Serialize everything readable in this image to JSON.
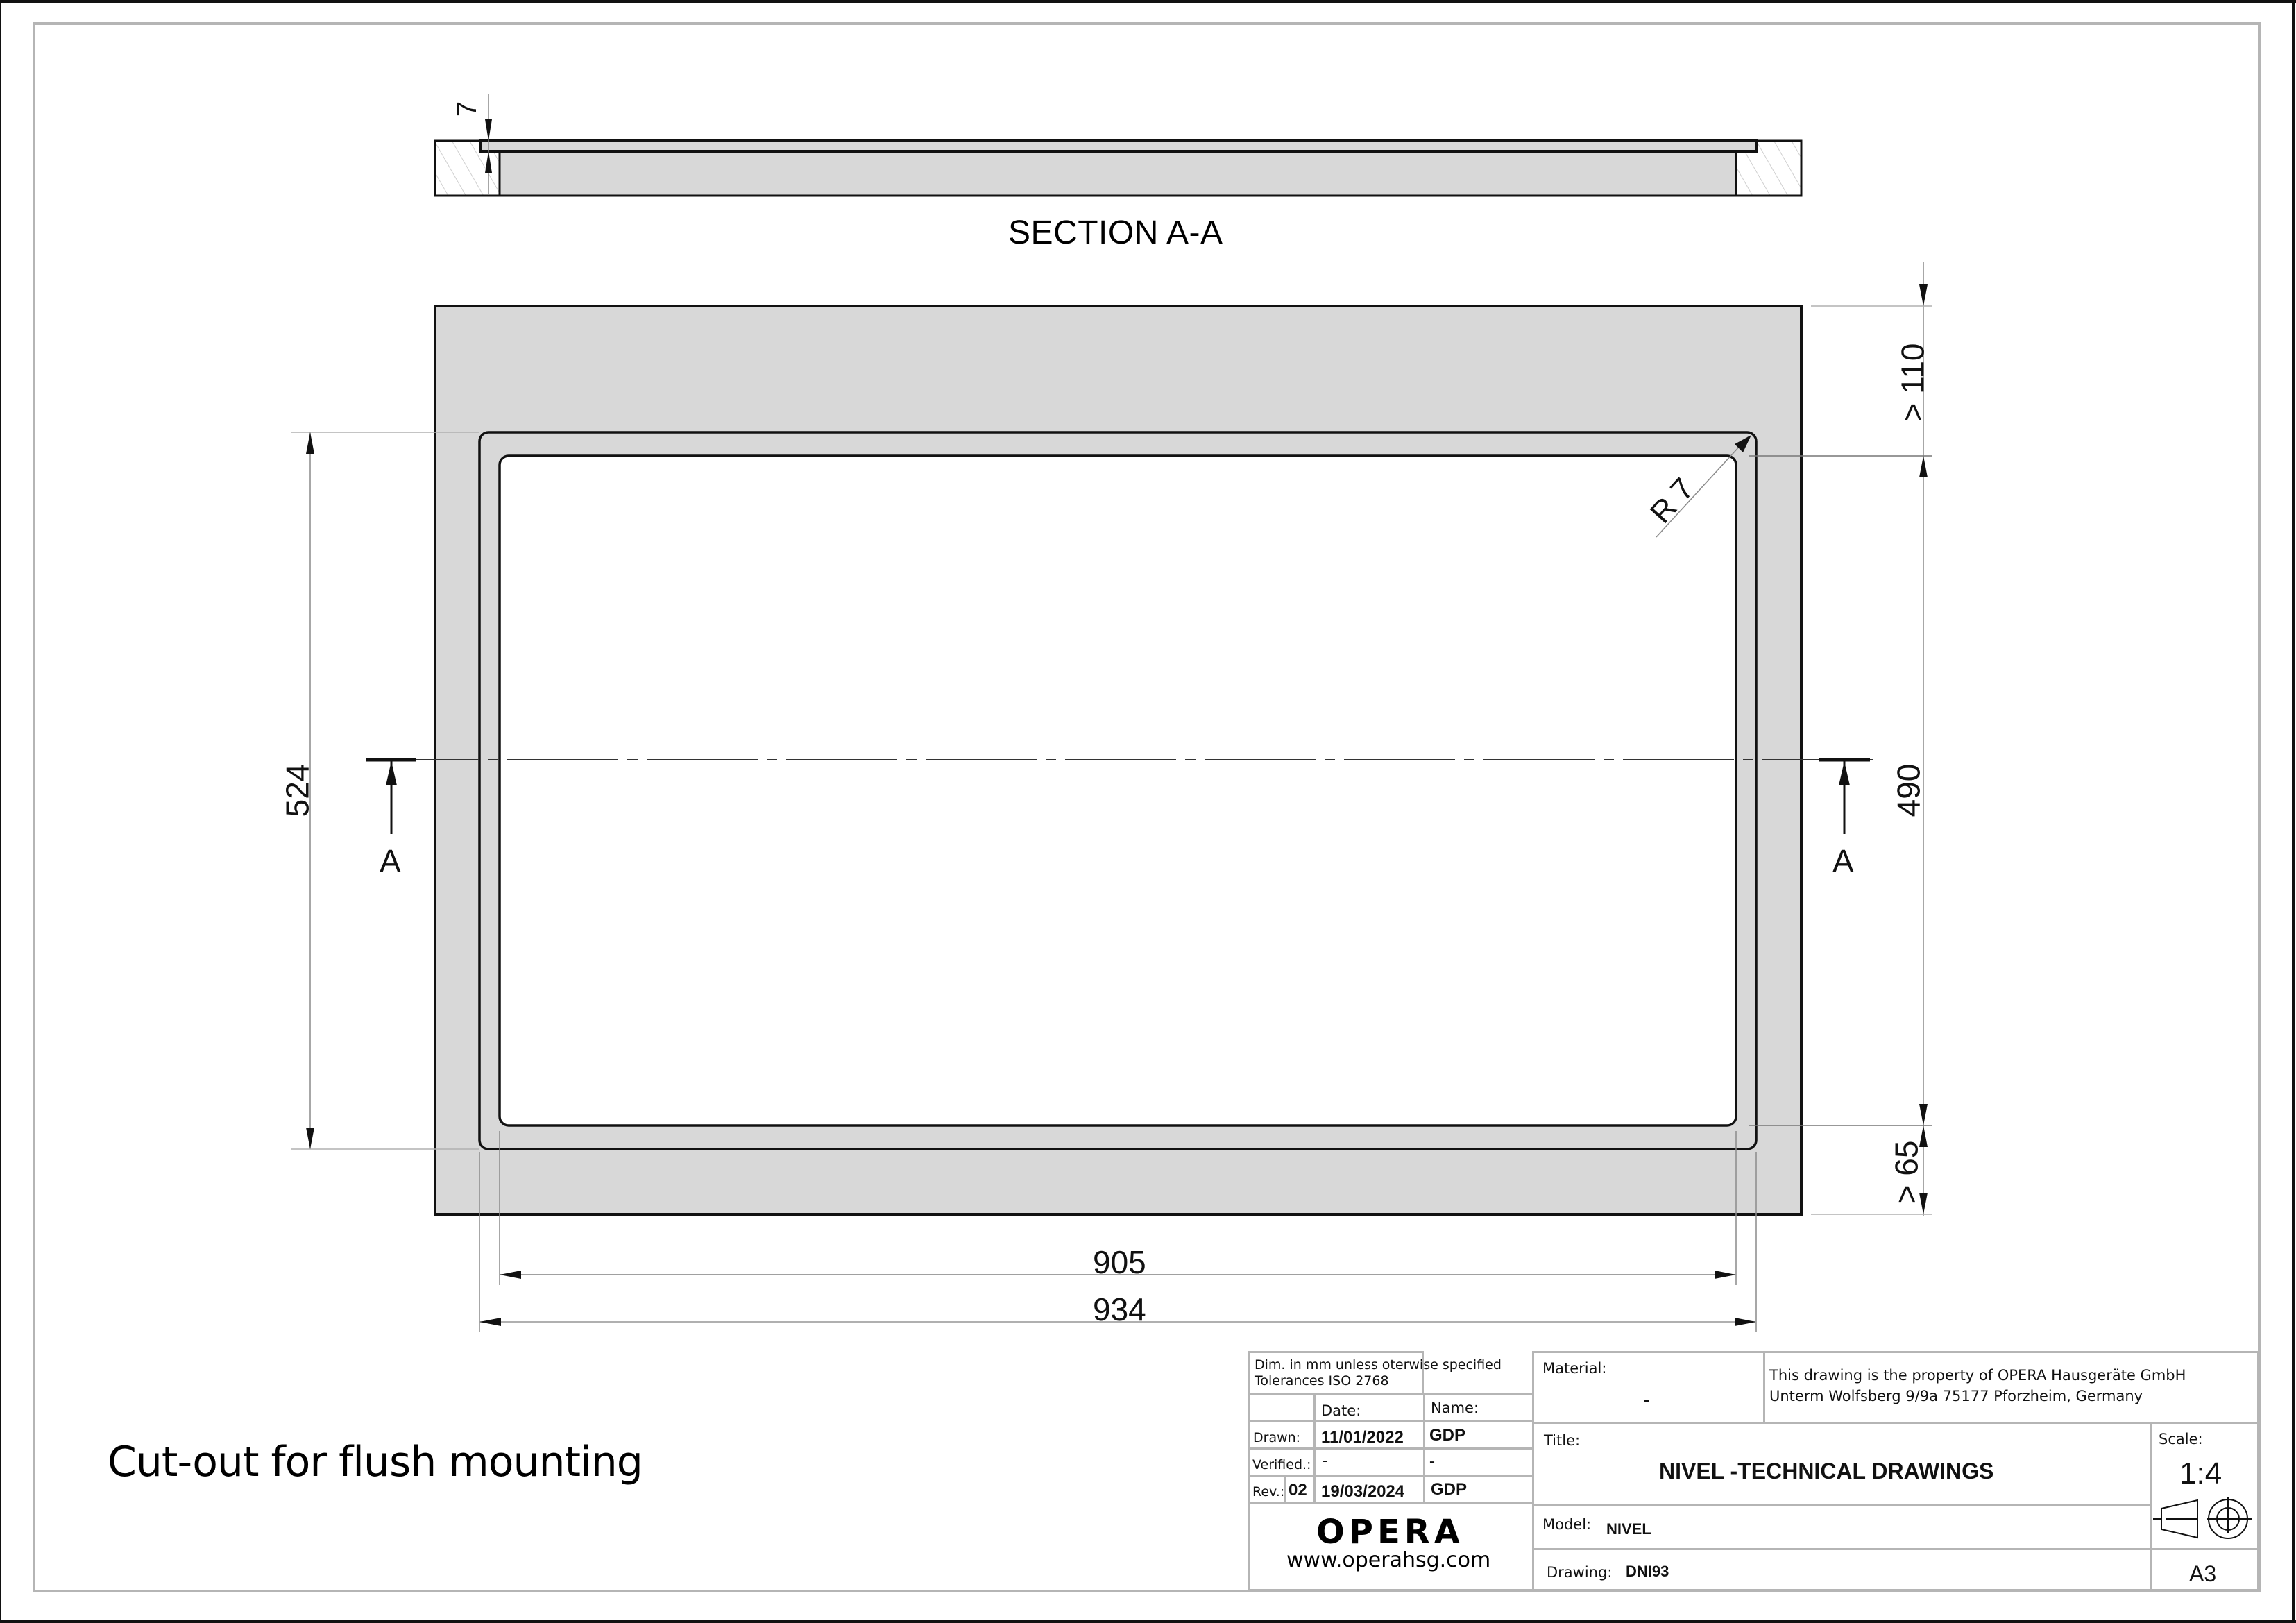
{
  "section": {
    "title": "SECTION A-A",
    "thickness_dim": "7"
  },
  "plan": {
    "radius_label": "R 7",
    "dims": {
      "top_clearance": "> 110",
      "bottom_clearance": "> 65",
      "inner_height": "490",
      "outer_height": "524",
      "inner_width": "905",
      "outer_width": "934"
    },
    "section_marker_left": "A",
    "section_marker_right": "A"
  },
  "caption": "Cut-out for flush mounting",
  "title_block": {
    "notes_line1": "Dim. in mm unless oterwise specified",
    "notes_line2": "Tolerances ISO 2768",
    "date_header": "Date:",
    "name_header": "Name:",
    "drawn_label": "Drawn:",
    "drawn_date": "11/01/2022",
    "drawn_name": "GDP",
    "verified_label": "Verified.:",
    "verified_date": "-",
    "verified_name": "-",
    "rev_label": "Rev.:",
    "rev_number": "02",
    "rev_date": "19/03/2024",
    "rev_name": "GDP",
    "logo": "OPERA",
    "website": "www.operahsg.com",
    "material_label": "Material:",
    "material_value": "-",
    "property_line1": "This drawing is the property of OPERA Hausgeräte GmbH",
    "property_line2": "Unterm Wolfsberg 9/9a 75177 Pforzheim, Germany",
    "title_label": "Title:",
    "title_value": "NIVEL -TECHNICAL DRAWINGS",
    "scale_label": "Scale:",
    "scale_value": "1:4",
    "projection_icon": "first-angle-projection-icon",
    "model_label": "Model:",
    "model_value": "NIVEL",
    "drawing_label": "Drawing:",
    "drawing_value": "DNI93",
    "sheet_size": "A3"
  },
  "colors": {
    "fill_gray": "#d8d8d8",
    "frame_gray": "#b5b5b5",
    "line_black": "#111111",
    "dim_line_gray": "#8a8a8a"
  }
}
